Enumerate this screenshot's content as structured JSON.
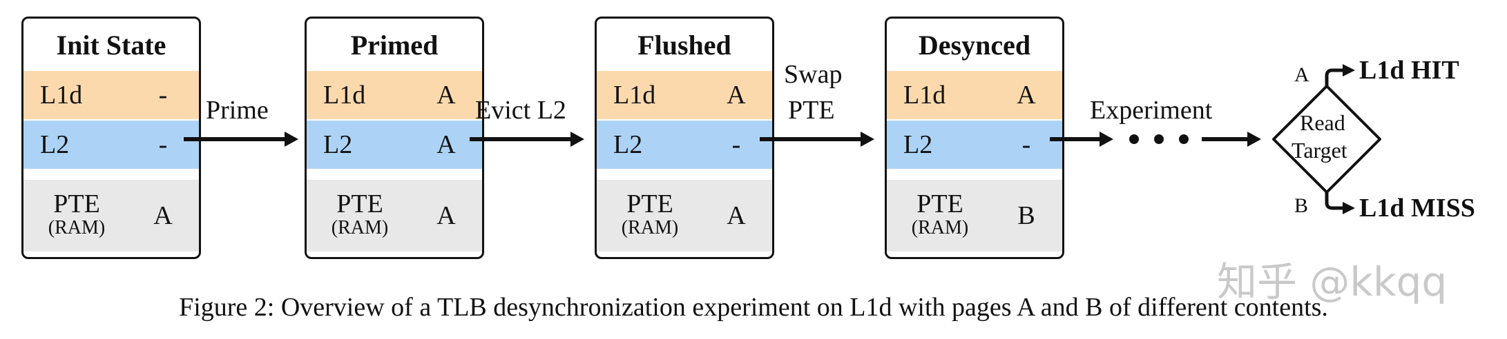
{
  "states": [
    {
      "title": "Init State",
      "l1d_label": "L1d",
      "l1d_value": "-",
      "l2_label": "L2",
      "l2_value": "-",
      "pte_label": "PTE",
      "pte_sub": "(RAM)",
      "pte_value": "A"
    },
    {
      "title": "Primed",
      "l1d_label": "L1d",
      "l1d_value": "A",
      "l2_label": "L2",
      "l2_value": "A",
      "pte_label": "PTE",
      "pte_sub": "(RAM)",
      "pte_value": "A"
    },
    {
      "title": "Flushed",
      "l1d_label": "L1d",
      "l1d_value": "A",
      "l2_label": "L2",
      "l2_value": "-",
      "pte_label": "PTE",
      "pte_sub": "(RAM)",
      "pte_value": "A"
    },
    {
      "title": "Desynced",
      "l1d_label": "L1d",
      "l1d_value": "A",
      "l2_label": "L2",
      "l2_value": "-",
      "pte_label": "PTE",
      "pte_sub": "(RAM)",
      "pte_value": "B"
    }
  ],
  "transitions": {
    "prime": "Prime",
    "evict": "Evict L2",
    "swap_line1": "Swap",
    "swap_line2": "PTE",
    "experiment": "Experiment"
  },
  "decision": {
    "line1": "Read",
    "line2": "Target",
    "branch_a": "A",
    "branch_b": "B",
    "hit": "L1d HIT",
    "miss": "L1d MISS"
  },
  "caption": "Figure 2: Overview of a TLB desynchronization experiment on L1d with pages A and B of different contents.",
  "watermark": "知乎 @kkqq",
  "colors": {
    "l1d": "#fcd9ac",
    "l2": "#acd3f6",
    "pte": "#e8e8e8"
  }
}
